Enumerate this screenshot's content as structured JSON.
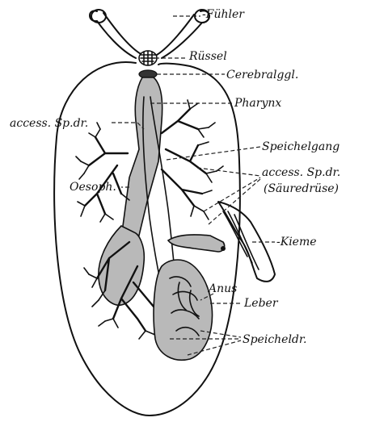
{
  "figure": {
    "labels": {
      "fuehler": "-Fühler",
      "ruessel": "Rüssel",
      "cerebralggl": "Cerebralggl.",
      "pharynx": "Pharynx",
      "access_sp_dr_left": "access. Sp.dr.",
      "speichelgang": "Speichelgang",
      "access_sp_dr_right": "access. Sp.dr.",
      "saeuredruese": "(Säuredrüse)",
      "oesoph": "Oesoph.",
      "kieme": "-Kieme",
      "anus": "Anus",
      "leber": "Leber",
      "speicheldr": "Speicheldr."
    }
  }
}
